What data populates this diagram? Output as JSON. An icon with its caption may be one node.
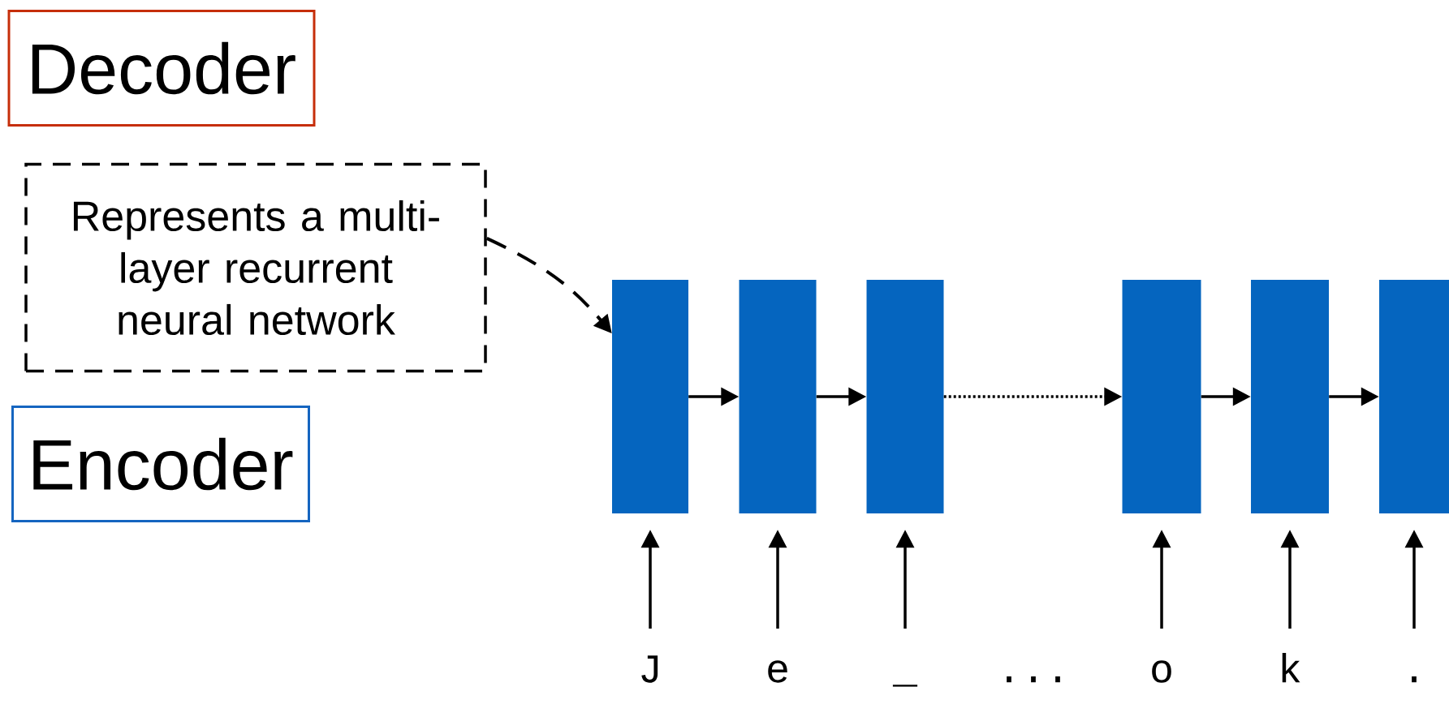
{
  "diagram": {
    "nodes": [
      {
        "text": [
          "Decoder"
        ]
      },
      {
        "text": [
          "Represents a multi-layer recurrent neural network"
        ]
      },
      {
        "text": [
          "Encoder"
        ]
      },
      {
        "text": [],
        "shape": "bar"
      },
      {
        "text": [],
        "shape": "bar"
      },
      {
        "text": [],
        "shape": "bar"
      },
      {
        "text": [],
        "shape": "bar"
      },
      {
        "text": [],
        "shape": "bar"
      },
      {
        "text": [],
        "shape": "bar"
      },
      {
        "text": [
          "J"
        ]
      },
      {
        "text": [
          "e"
        ]
      },
      {
        "text": [
          "_"
        ]
      },
      {
        "text": [
          "o"
        ]
      },
      {
        "text": [
          "k"
        ]
      },
      {
        "text": [
          "."
        ]
      }
    ],
    "edges": [
      {
        "from": 1,
        "to": 3,
        "arrow": "to",
        "style": "dashed"
      },
      {
        "from": 3,
        "to": 4,
        "arrow": "to"
      },
      {
        "from": 4,
        "to": 5,
        "arrow": "to"
      },
      {
        "from": 5,
        "to": 6,
        "arrow": "to",
        "style": "dashed"
      },
      {
        "from": 6,
        "to": 7,
        "arrow": "to"
      },
      {
        "from": 7,
        "to": 8,
        "arrow": "to"
      },
      {
        "from": 9,
        "to": 3,
        "arrow": "to"
      },
      {
        "from": 10,
        "to": 4,
        "arrow": "to"
      },
      {
        "from": 11,
        "to": 5,
        "arrow": "to"
      },
      {
        "from": 12,
        "to": 6,
        "arrow": "to"
      },
      {
        "from": 13,
        "to": 7,
        "arrow": "to"
      },
      {
        "from": 14,
        "to": 8,
        "arrow": "to"
      }
    ],
    "labels": [
      "..."
    ]
  }
}
